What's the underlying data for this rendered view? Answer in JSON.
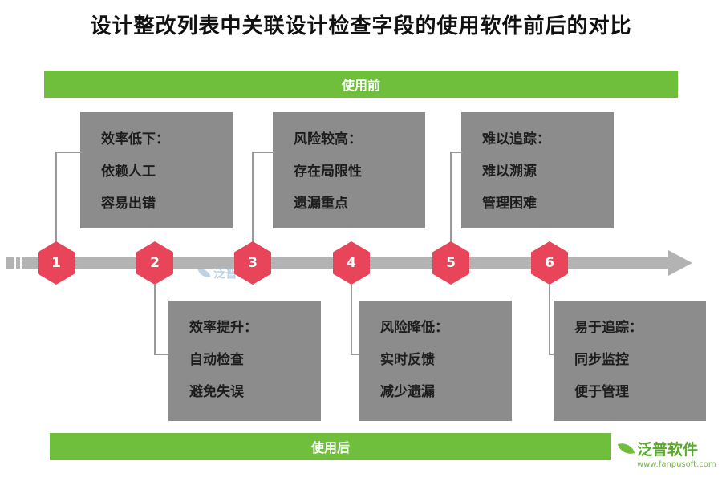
{
  "title": "设计整改列表中关联设计检查字段的使用软件前后的对比",
  "banner_before": "使用前",
  "banner_after": "使用后",
  "timeline": {
    "nodes": [
      {
        "num": "1"
      },
      {
        "num": "2"
      },
      {
        "num": "3"
      },
      {
        "num": "4"
      },
      {
        "num": "5"
      },
      {
        "num": "6"
      }
    ]
  },
  "before_boxes": [
    {
      "heading": "效率低下：",
      "line1": "依赖人工",
      "line2": "容易出错"
    },
    {
      "heading": "风险较高：",
      "line1": "存在局限性",
      "line2": "遗漏重点"
    },
    {
      "heading": "难以追踪：",
      "line1": "难以溯源",
      "line2": "管理困难"
    }
  ],
  "after_boxes": [
    {
      "heading": "效率提升：",
      "line1": "自动检查",
      "line2": "避免失误"
    },
    {
      "heading": "风险降低：",
      "line1": "实时反馈",
      "line2": "减少遗漏"
    },
    {
      "heading": "易于追踪：",
      "line1": "同步监控",
      "line2": "便于管理"
    }
  ],
  "watermark": {
    "text": "泛普软件"
  },
  "logo": {
    "name": "泛普软件",
    "url": "www.fanpusoft.com"
  },
  "colors": {
    "banner_green": "#6fbe3c",
    "box_gray": "#8c8c8c",
    "node_red": "#e8455b",
    "timeline_gray": "#b3b3b3"
  }
}
